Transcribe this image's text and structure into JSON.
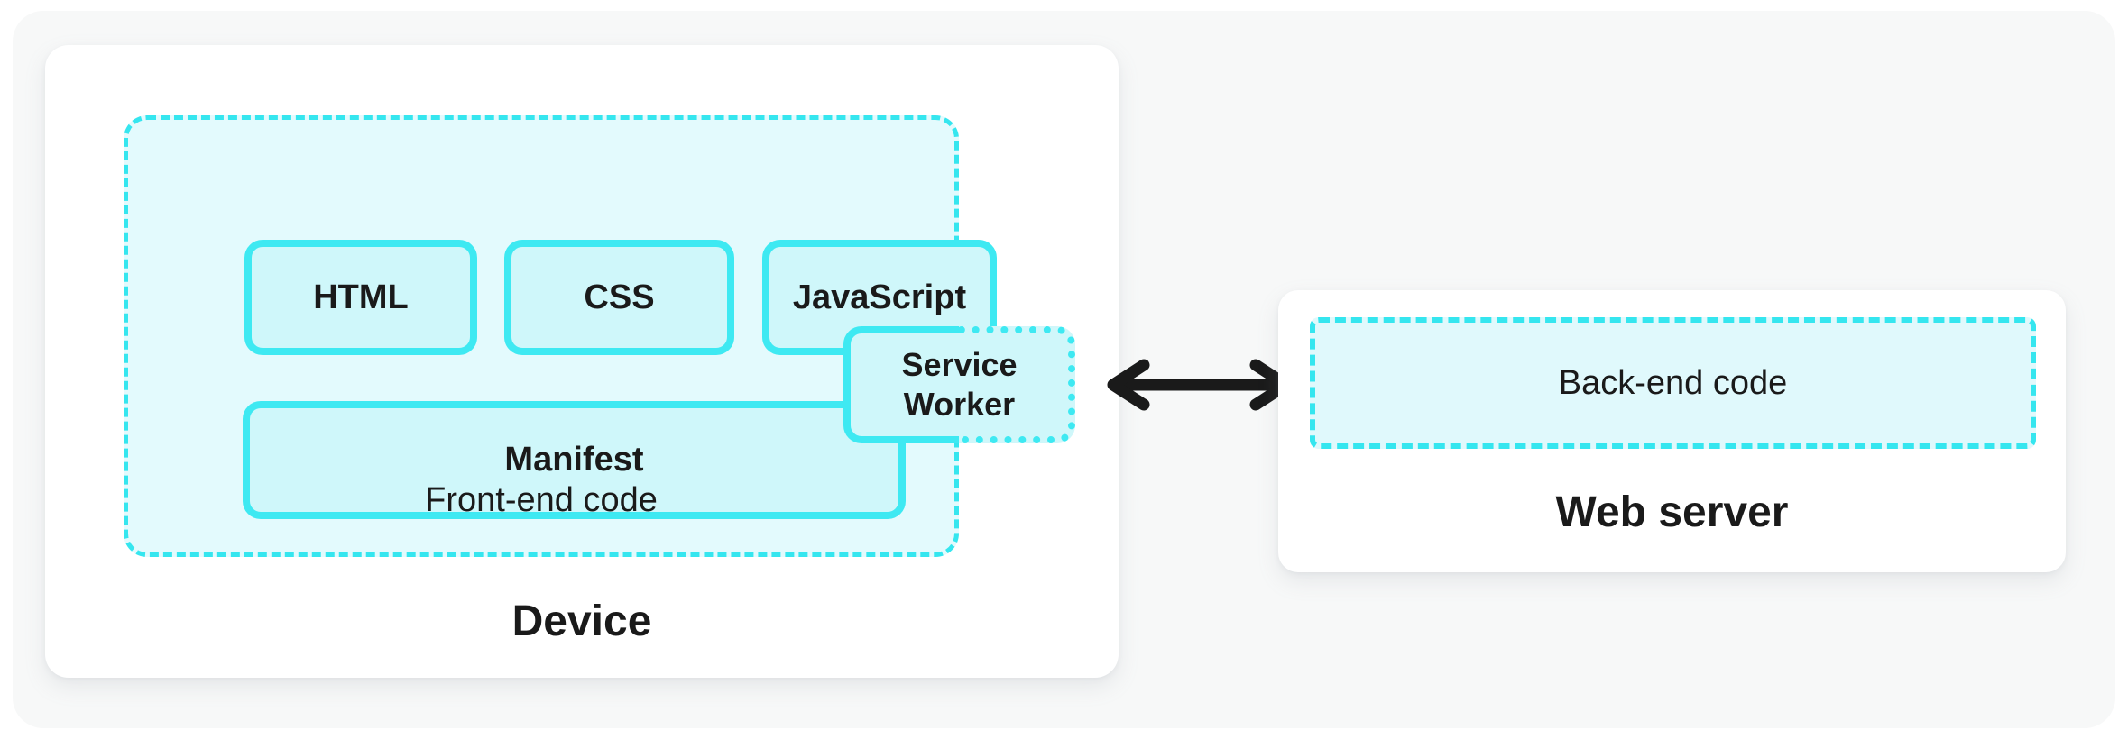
{
  "diagram": {
    "device": {
      "label": "Device",
      "frontend": {
        "label": "Front-end code",
        "top_boxes": [
          {
            "label": "HTML"
          },
          {
            "label": "CSS"
          },
          {
            "label": "JavaScript"
          }
        ],
        "manifest_label": "Manifest",
        "service_worker_label": "Service Worker"
      }
    },
    "web_server": {
      "label": "Web server",
      "backend_label": "Back-end code"
    },
    "colors": {
      "accent": "#3EE9F2",
      "dash": "#35E6EF",
      "box_fill": "#CFF7FA",
      "container_fill": "#E3FAFD",
      "backend_fill": "#E0F9FC",
      "card_bg": "#FFFFFF",
      "page_bg": "#F7F8F8",
      "text": "#1A1A1A"
    }
  }
}
